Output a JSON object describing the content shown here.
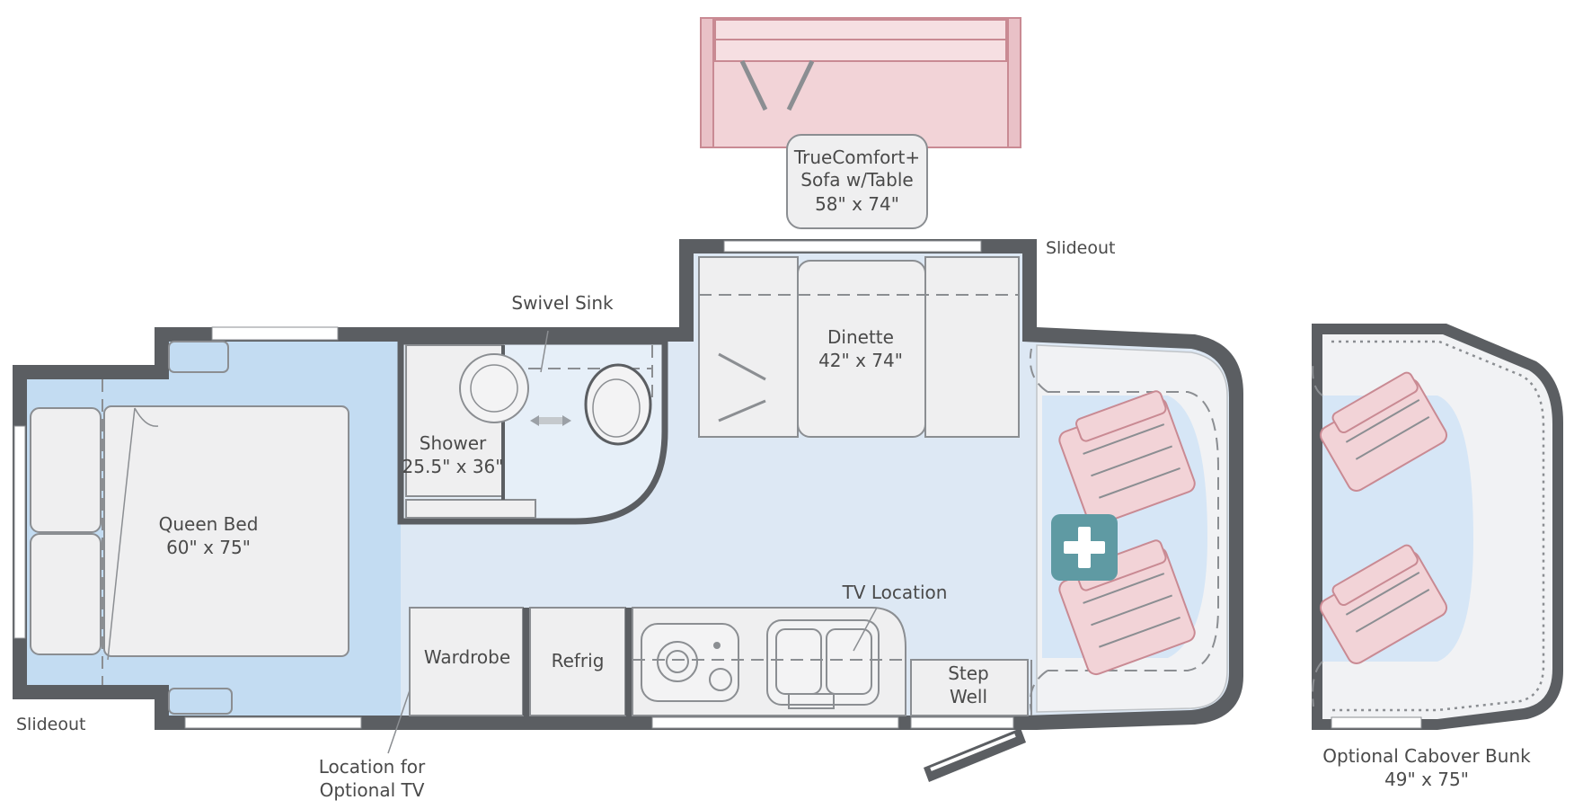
{
  "labels": {
    "sofa_line1": "TrueComfort+",
    "sofa_line2": "Sofa w/Table",
    "sofa_dim": "58\" x 74\"",
    "slideout_top": "Slideout",
    "slideout_left": "Slideout",
    "swivel_sink": "Swivel Sink",
    "dinette": "Dinette",
    "dinette_dim": "42\" x 74\"",
    "shower": "Shower",
    "shower_dim": "25.5\" x 36\"",
    "queen_bed": "Queen Bed",
    "queen_bed_dim": "60\" x 75\"",
    "tv_location": "TV Location",
    "wardrobe": "Wardrobe",
    "refrig": "Refrig",
    "step_well_line1": "Step",
    "step_well_line2": "Well",
    "location_tv_line1": "Location for",
    "location_tv_line2": "Optional TV",
    "cabover_line1": "Optional Cabover Bunk",
    "cabover_dim": "49\" x 75\""
  },
  "plus_button": {
    "symbol": "+",
    "color": "#5f9aa3"
  },
  "colors": {
    "wall": "#5b5e62",
    "floor": "#dde8f4",
    "bedroom_floor": "#c3dcf2",
    "furniture": "#efeff0",
    "seat_pink": "#f2d3d7"
  }
}
